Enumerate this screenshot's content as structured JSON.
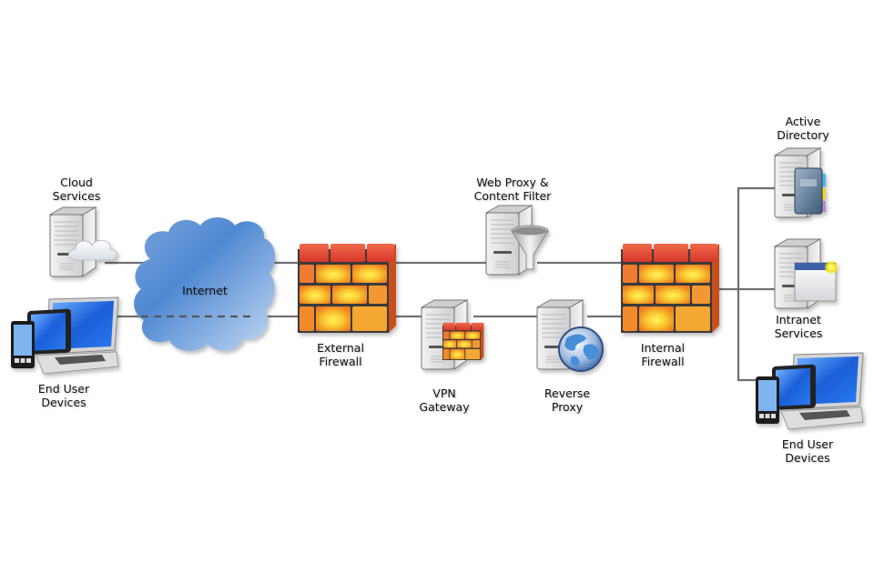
{
  "diagram": {
    "type": "network-topology",
    "nodes": [
      {
        "id": "cloud-services",
        "kind": "server-cloud",
        "label": [
          "Cloud",
          "Services"
        ]
      },
      {
        "id": "end-user-devices-left",
        "kind": "devices",
        "label": [
          "End User",
          "Devices"
        ]
      },
      {
        "id": "internet",
        "kind": "cloud",
        "label": [
          "Internet"
        ]
      },
      {
        "id": "external-firewall",
        "kind": "firewall",
        "label": [
          "External",
          "Firewall"
        ]
      },
      {
        "id": "web-proxy",
        "kind": "server-filter",
        "label": [
          "Web Proxy &",
          "Content Filter"
        ]
      },
      {
        "id": "vpn-gateway",
        "kind": "server-firewall",
        "label": [
          "VPN",
          "Gateway"
        ]
      },
      {
        "id": "reverse-proxy",
        "kind": "server-globe",
        "label": [
          "Reverse",
          "Proxy"
        ]
      },
      {
        "id": "internal-firewall",
        "kind": "firewall",
        "label": [
          "Internal",
          "Firewall"
        ]
      },
      {
        "id": "active-directory",
        "kind": "server-book",
        "label": [
          "Active",
          "Directory"
        ]
      },
      {
        "id": "intranet-services",
        "kind": "server-window",
        "label": [
          "Intranet",
          "Services"
        ]
      },
      {
        "id": "end-user-devices-right",
        "kind": "devices",
        "label": [
          "End User",
          "Devices"
        ]
      }
    ],
    "edges": [
      {
        "from": "cloud-services",
        "to": "internet",
        "style": "solid"
      },
      {
        "from": "end-user-devices-left",
        "to": "internet",
        "style": "solid"
      },
      {
        "from": "internet",
        "to": "external-firewall",
        "style": "solid",
        "lane": "top"
      },
      {
        "from": "internet",
        "to": "external-firewall",
        "style": "dashed-through-cloud",
        "lane": "bottom"
      },
      {
        "from": "external-firewall",
        "to": "web-proxy",
        "style": "solid"
      },
      {
        "from": "web-proxy",
        "to": "internal-firewall",
        "style": "solid"
      },
      {
        "from": "external-firewall",
        "to": "vpn-gateway",
        "style": "solid"
      },
      {
        "from": "vpn-gateway",
        "to": "reverse-proxy",
        "style": "solid"
      },
      {
        "from": "reverse-proxy",
        "to": "internal-firewall",
        "style": "solid"
      },
      {
        "from": "internal-firewall",
        "to": "active-directory",
        "style": "solid"
      },
      {
        "from": "internal-firewall",
        "to": "intranet-services",
        "style": "solid"
      },
      {
        "from": "internal-firewall",
        "to": "end-user-devices-right",
        "style": "solid"
      }
    ],
    "colors": {
      "line": "#707070",
      "cloud_light": "#b8d0ef",
      "cloud_dark": "#4f86cf",
      "brick_red": "#e2452e",
      "brick_orange": "#f08a22",
      "brick_yellow": "#ffe033",
      "server_body": "#e3e3e3",
      "screen_blue": "#1d5fd6"
    }
  }
}
